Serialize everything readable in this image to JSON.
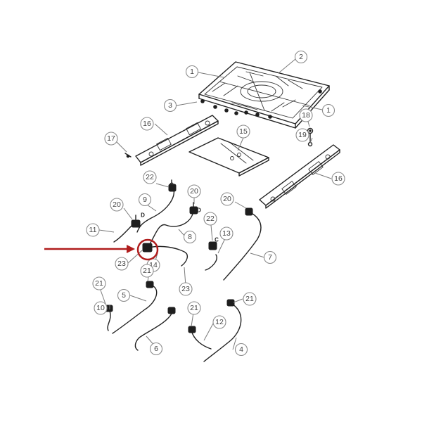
{
  "callouts": [
    {
      "id": "c1a",
      "label": "1"
    },
    {
      "id": "c2",
      "label": "2"
    },
    {
      "id": "c1b",
      "label": "1"
    },
    {
      "id": "c3",
      "label": "3"
    },
    {
      "id": "c16a",
      "label": "16"
    },
    {
      "id": "c15",
      "label": "15"
    },
    {
      "id": "c18",
      "label": "18"
    },
    {
      "id": "c19",
      "label": "19"
    },
    {
      "id": "c16b",
      "label": "16"
    },
    {
      "id": "c17",
      "label": "17"
    },
    {
      "id": "c22a",
      "label": "22"
    },
    {
      "id": "c9",
      "label": "9"
    },
    {
      "id": "c20a",
      "label": "20"
    },
    {
      "id": "c20b",
      "label": "20"
    },
    {
      "id": "c20c",
      "label": "20"
    },
    {
      "id": "c8",
      "label": "8"
    },
    {
      "id": "c11",
      "label": "11"
    },
    {
      "id": "c22b",
      "label": "22"
    },
    {
      "id": "c13",
      "label": "13"
    },
    {
      "id": "c7",
      "label": "7"
    },
    {
      "id": "c23a",
      "label": "23"
    },
    {
      "id": "c14",
      "label": "14"
    },
    {
      "id": "c23b",
      "label": "23"
    },
    {
      "id": "c21a",
      "label": "21"
    },
    {
      "id": "c5",
      "label": "5"
    },
    {
      "id": "c10",
      "label": "10"
    },
    {
      "id": "c21b",
      "label": "21"
    },
    {
      "id": "c21c",
      "label": "21"
    },
    {
      "id": "c12",
      "label": "12"
    },
    {
      "id": "c21d",
      "label": "21"
    },
    {
      "id": "c6",
      "label": "6"
    },
    {
      "id": "c4",
      "label": "4"
    }
  ],
  "valve_letters": [
    {
      "id": "v-c-top",
      "label": "C"
    },
    {
      "id": "v-d-left",
      "label": "D"
    },
    {
      "id": "v-d-right",
      "label": "D"
    },
    {
      "id": "v-c-mid",
      "label": "C"
    }
  ],
  "highlight": {
    "arrow_color": "#b01c1c",
    "circle_color": "#b01c1c"
  }
}
